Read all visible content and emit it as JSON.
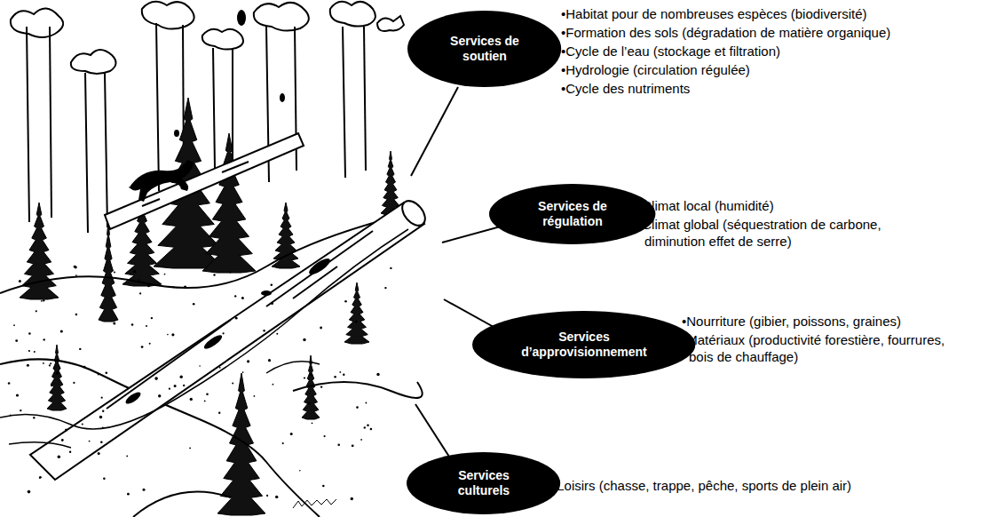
{
  "diagram": {
    "nodes": [
      {
        "text": [
          "Services de soutien"
        ]
      },
      {
        "text": [
          "Services de régulation"
        ]
      },
      {
        "text": [
          "Services d’approvisionnement"
        ]
      },
      {
        "text": [
          "Services culturels"
        ]
      }
    ],
    "labels": [
      "•Habitat pour de nombreuses espèces (biodiversité)",
      "•Formation des sols (dégradation de matière organique)",
      "•Cycle de l’eau (stockage et filtration)",
      "•Hydrologie (circulation régulée)",
      "•Cycle des nutriments",
      "•Climat local (humidité)",
      "•Climat global (séquestration de carbone, diminution effet de serre)",
      "•Nourriture (gibier, poissons, graines)",
      "•Matériaux (productivité forestière, fourrures, bois de chauffage)",
      "•Loisirs (chasse, trappe, pêche, sports de plein air)"
    ]
  }
}
